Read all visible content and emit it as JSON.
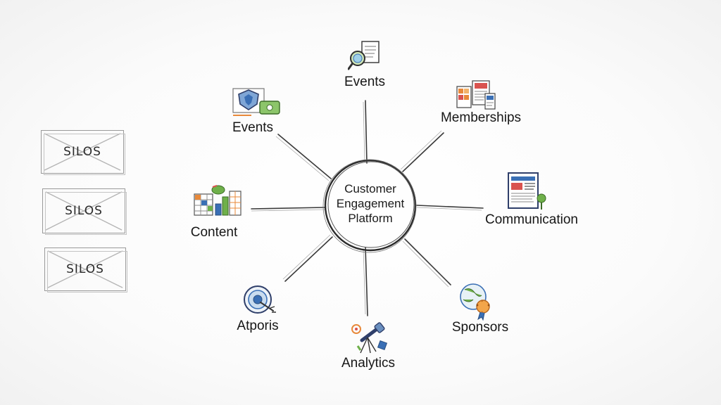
{
  "hub": {
    "line1": "Customer",
    "line2": "Engagement",
    "line3": "Platform"
  },
  "nodes": {
    "events_top": "Events",
    "memberships": "Memberships",
    "communication": "Communication",
    "sponsors": "Sponsors",
    "analytics": "Analytics",
    "atporis": "Atporis",
    "content": "Content",
    "events_left": "Events"
  },
  "silos": [
    "SILOS",
    "SILOS",
    "SILOS"
  ],
  "icons": {
    "events_top": "search-document-icon",
    "memberships": "membership-cards-icon",
    "communication": "newsletter-person-icon",
    "sponsors": "globe-award-icon",
    "analytics": "telescope-icon",
    "atporis": "target-dial-icon",
    "content": "chart-grid-icon",
    "events_left": "shield-ticket-icon"
  },
  "colors": {
    "ink": "#2b2b2b",
    "accent_blue": "#3a6fb5",
    "accent_green": "#6fb04a",
    "accent_orange": "#e8893a",
    "accent_red": "#d9534f"
  }
}
